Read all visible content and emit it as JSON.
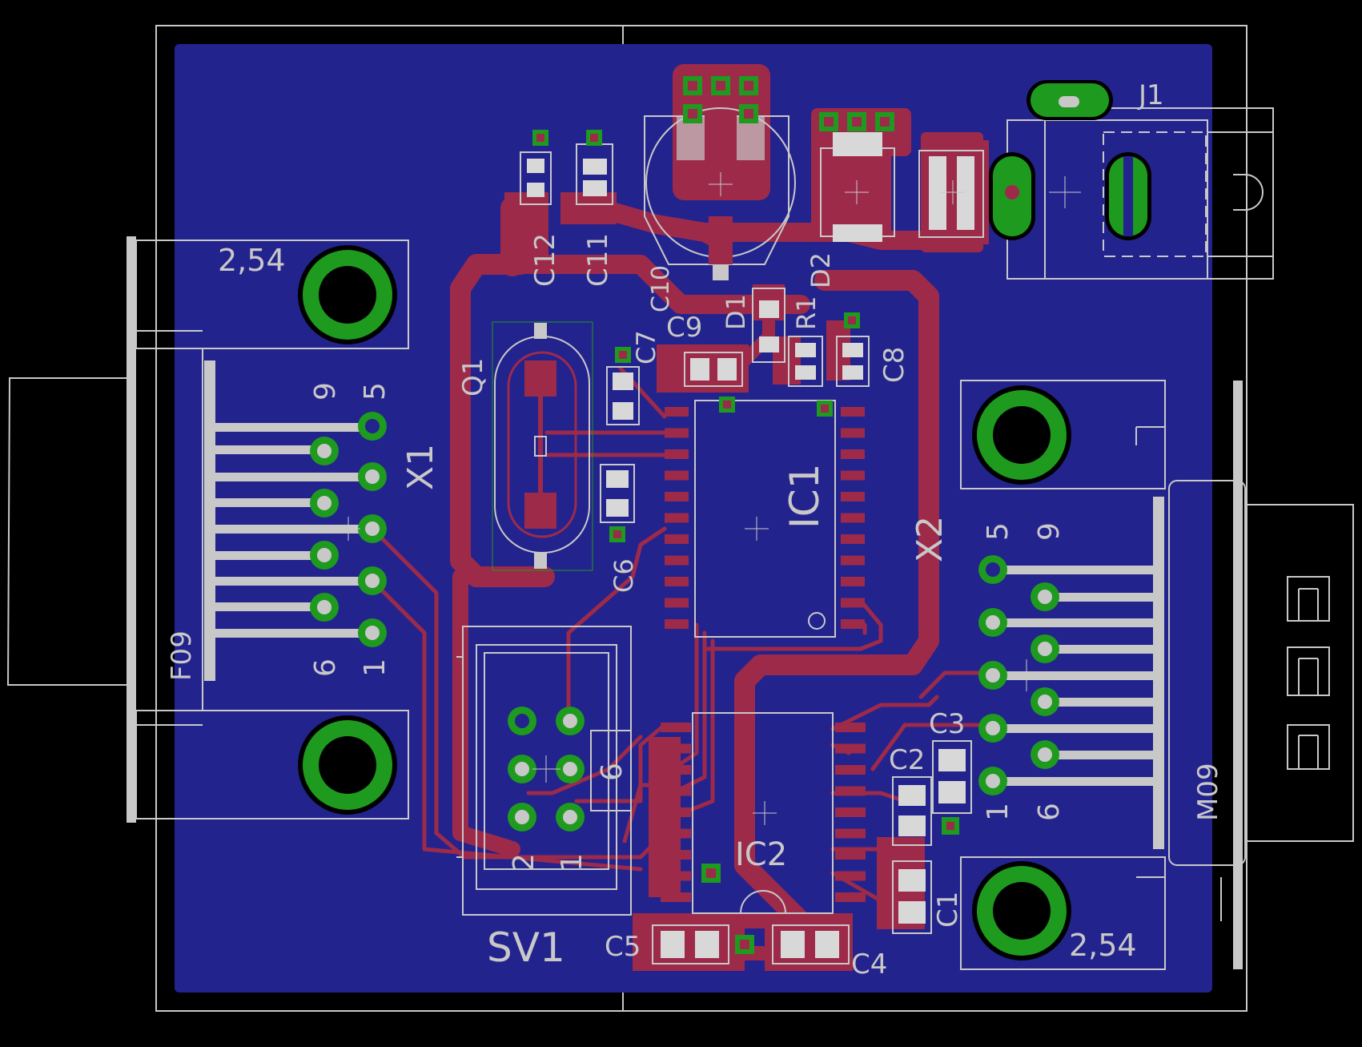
{
  "colors": {
    "background": "#000000",
    "ground_pour": "#23238e",
    "copper_top": "#9e2a4a",
    "pad": "#1e9a1e",
    "pad_dark": "#0a6a0a",
    "silkscreen": "#c8c8c8",
    "smd_pad": "#d8d8d8",
    "hole": "#000000"
  },
  "labels": {
    "x1": "X1",
    "x2": "X2",
    "f09": "F09",
    "m09": "M09",
    "pitch_left": "2,54",
    "pitch_right": "2,54",
    "x1_pin9": "9",
    "x1_pin5": "5",
    "x1_pin6": "6",
    "x1_pin1": "1",
    "x2_pin5": "5",
    "x2_pin9": "9",
    "x2_pin1": "1",
    "x2_pin6": "6",
    "q1": "Q1",
    "ic1": "IC1",
    "ic2": "IC2",
    "sv1": "SV1",
    "sv1_pin2": "2",
    "sv1_pin1": "1",
    "sv1_pin6": "6",
    "c1": "C1",
    "c2": "C2",
    "c3": "C3",
    "c4": "C4",
    "c5": "C5",
    "c6": "C6",
    "c7": "C7",
    "c8": "C8",
    "c9": "C9",
    "c10": "C10",
    "c11": "C11",
    "c12": "C12",
    "d1": "D1",
    "d2": "D2",
    "r1": "R1",
    "j1": "J1"
  }
}
